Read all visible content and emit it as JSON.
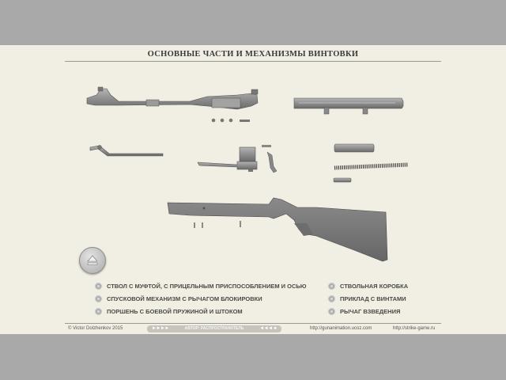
{
  "title": "ОСНОВНЫЕ ЧАСТИ И МЕХАНИЗМЫ ВИНТОВКИ",
  "legend": [
    "СТВОЛ С МУФТОЙ, С ПРИЦЕЛЬНЫМ ПРИСПОСОБЛЕНИЕМ И ОСЬЮ",
    "СПУСКОВОЙ МЕХАНИЗМ С РЫЧАГОМ БЛОКИРОВКИ",
    "ПОРШЕНЬ С БОЕВОЙ ПРУЖИНОЙ И ШТОКОМ",
    "СТВОЛЬНАЯ КОРОБКА",
    "ПРИКЛАД С ВИНТАМИ",
    "РЫЧАГ ВЗВЕДЕНИЯ"
  ],
  "footer": {
    "copyright": "© Victor Dolzhenkov 2015",
    "nav_left": "►►►►",
    "nav_label": "АВТОР: РАСПРОСТРАНИТЕЛЬ",
    "nav_right": "◄◄◄◄",
    "link1": "http://gunanimation.ucoz.com",
    "link2": "http://strike-game.ru"
  },
  "colors": {
    "panel": "#f1eee3",
    "outer": "#a9a9a9",
    "part": "#8f8f8f",
    "part_dark": "#5a5a5a"
  },
  "icons": {
    "eject": "eject-icon",
    "bullet": "radio-bullet-icon"
  }
}
